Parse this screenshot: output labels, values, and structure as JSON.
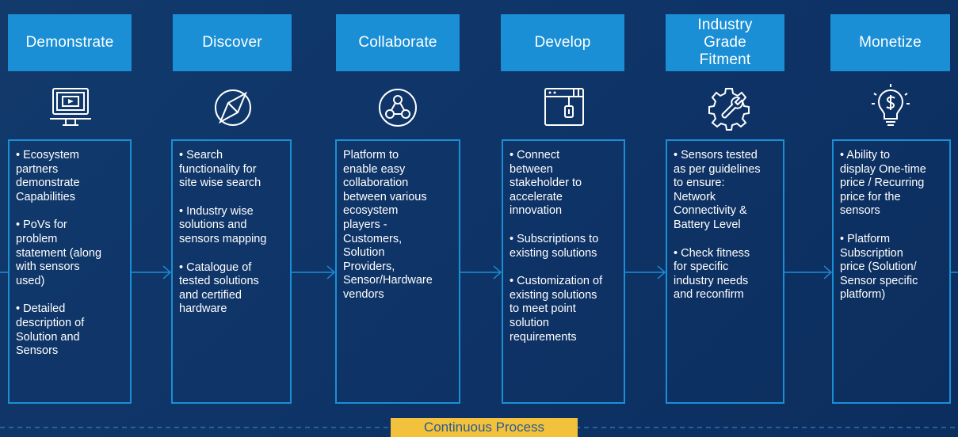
{
  "stages": [
    {
      "title": "Demonstrate",
      "icon": "monitor-play-icon",
      "items": [
        "• Ecosystem\npartners\ndemonstrate\nCapabilities",
        "• PoVs for\nproblem\nstatement (along\nwith sensors\nused)",
        "• Detailed\ndescription of\nSolution and\nSensors"
      ]
    },
    {
      "title": "Discover",
      "icon": "compass-icon",
      "items": [
        "• Search\nfunctionality for\nsite wise search",
        "• Industry wise\nsolutions and\nsensors mapping",
        "• Catalogue of\ntested solutions\nand certified\nhardware"
      ]
    },
    {
      "title": "Collaborate",
      "icon": "network-nodes-icon",
      "items": [
        "Platform to\nenable easy\ncollaboration\nbetween various\necosystem\nplayers -\nCustomers,\nSolution\nProviders,\nSensor/Hardware\nvendors"
      ]
    },
    {
      "title": "Develop",
      "icon": "browser-code-icon",
      "items": [
        "• Connect\nbetween\nstakeholder to\naccelerate\ninnovation",
        "• Subscriptions to\nexisting solutions",
        "• Customization of\nexisting solutions\nto meet point\nsolution\nrequirements"
      ]
    },
    {
      "title": "Industry\nGrade\nFitment",
      "icon": "gear-wrench-icon",
      "items": [
        "• Sensors tested\nas per guidelines\nto ensure:\nNetwork\nConnectivity &\nBattery Level",
        "• Check fitness\nfor specific\nindustry needs\nand reconfirm"
      ]
    },
    {
      "title": "Monetize",
      "icon": "lightbulb-dollar-icon",
      "items": [
        "• Ability to\ndisplay One-time\nprice / Recurring\nprice for the\nsensors",
        "• Platform\nSubscription\nprice (Solution/\nSensor specific\nplatform)"
      ]
    }
  ],
  "footer": {
    "label": "Continuous Process"
  },
  "colors": {
    "accent": "#1a8fd6",
    "highlight": "#f3c23c",
    "background": "#0f3468"
  }
}
